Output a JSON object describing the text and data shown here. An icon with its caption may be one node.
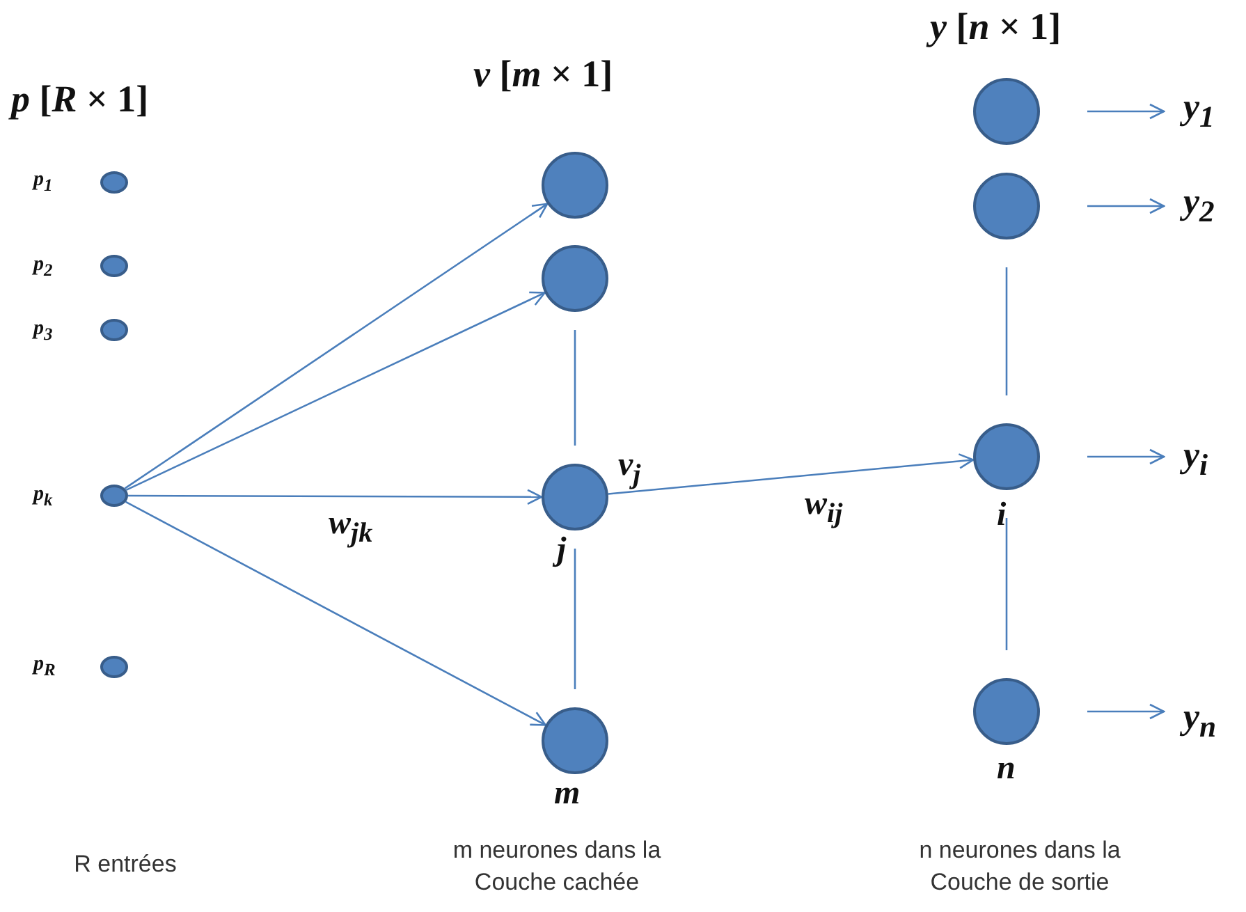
{
  "diagram": {
    "nodes": [
      {
        "text": [],
        "shape": "circle",
        "beside": [
          "*p*$_{1}$"
        ]
      },
      {
        "text": [],
        "shape": "circle",
        "beside": [
          "*p*$_{2}$"
        ]
      },
      {
        "text": [],
        "shape": "circle",
        "beside": [
          "*p*$_{3}$"
        ]
      },
      {
        "text": [],
        "shape": "circle",
        "beside": [
          "*p*$_{k}$"
        ]
      },
      {
        "text": [],
        "shape": "circle",
        "beside": [
          "*p*$_{R}$"
        ]
      },
      {
        "text": [],
        "shape": "circle"
      },
      {
        "text": [],
        "shape": "circle"
      },
      {
        "text": [],
        "shape": "circle",
        "beside": [
          "*v*$_{j}$",
          "*j*"
        ]
      },
      {
        "text": [],
        "shape": "circle",
        "beside": [
          "*m*"
        ]
      },
      {
        "text": [],
        "shape": "circle"
      },
      {
        "text": [],
        "shape": "circle"
      },
      {
        "text": [],
        "shape": "circle",
        "beside": [
          "*i*"
        ]
      },
      {
        "text": [],
        "shape": "circle",
        "beside": [
          "*n*"
        ]
      },
      {
        "text": [
          "*y*$_{1}$"
        ]
      },
      {
        "text": [
          "*y*$_{2}$"
        ]
      },
      {
        "text": [
          "*y*$_{i}$"
        ]
      },
      {
        "text": [
          "*y*$_{n}$"
        ]
      }
    ],
    "edges": [
      {
        "from": 3,
        "to": 5,
        "arrow": "to"
      },
      {
        "from": 3,
        "to": 6,
        "arrow": "to"
      },
      {
        "from": 3,
        "to": 7,
        "arrow": "to",
        "label": "*w*$_{jk}$"
      },
      {
        "from": 3,
        "to": 8,
        "arrow": "to"
      },
      {
        "from": 6,
        "to": 7,
        "arrow": "none"
      },
      {
        "from": 7,
        "to": 8,
        "arrow": "none"
      },
      {
        "from": 7,
        "to": 11,
        "arrow": "to",
        "label": "*w*$_{ij}$"
      },
      {
        "from": 10,
        "to": 11,
        "arrow": "none"
      },
      {
        "from": 11,
        "to": 12,
        "arrow": "none"
      },
      {
        "from": 9,
        "to": 13,
        "arrow": "to"
      },
      {
        "from": 10,
        "to": 14,
        "arrow": "to"
      },
      {
        "from": 11,
        "to": 15,
        "arrow": "to"
      },
      {
        "from": 12,
        "to": 16,
        "arrow": "to"
      }
    ],
    "labels": [
      "*p* [*R* × 1]",
      "*v* [*m* × 1]",
      "*y* [*n* × 1]",
      "R entrées",
      "m neurones dans la Couche cachée",
      "n neurones dans la Couche de sortie"
    ]
  }
}
